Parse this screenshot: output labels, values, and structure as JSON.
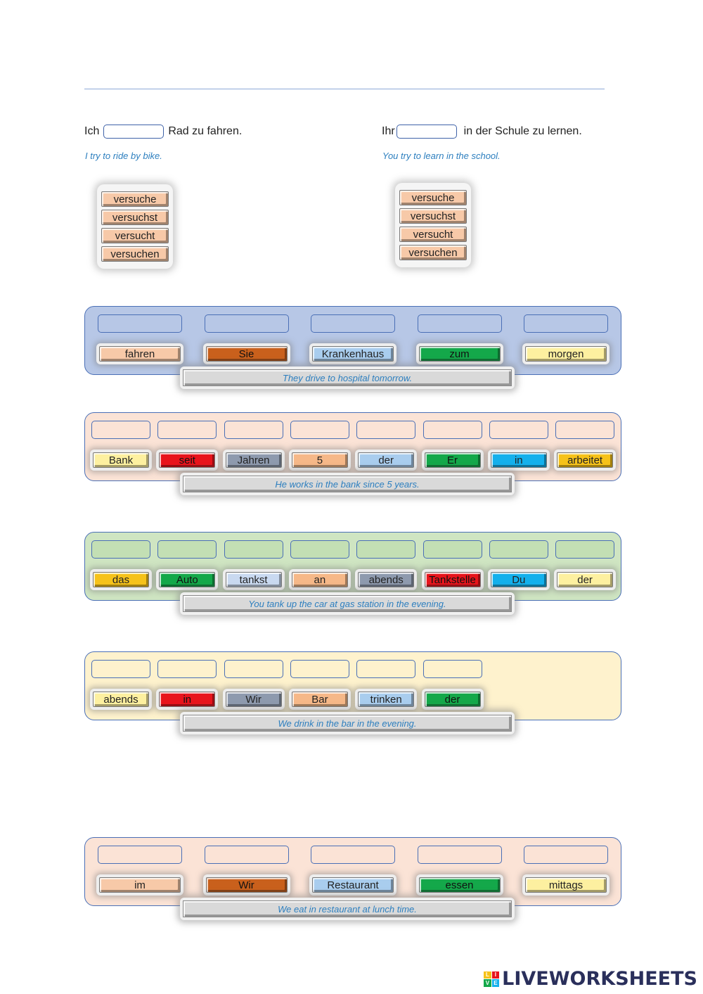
{
  "exercise1": {
    "left": {
      "before": "Ich",
      "after": "Rad zu fahren.",
      "translation": "I try to ride by bike.",
      "options": [
        "versuche",
        "versuchst",
        "versucht",
        "versuchen"
      ]
    },
    "right": {
      "before": "Ihr",
      "after": "in der Schule zu lernen.",
      "translation": "You try to learn in the school.",
      "options": [
        "versuche",
        "versuchst",
        "versucht",
        "versuchen"
      ]
    }
  },
  "panels": [
    {
      "bg": "#b7c7e6",
      "slotBg": "#b7c7e6",
      "words": [
        {
          "text": "fahren",
          "color": "#f7c9a8"
        },
        {
          "text": "Sie",
          "color": "#c9601c"
        },
        {
          "text": "Krankenhaus",
          "color": "#a9cdee"
        },
        {
          "text": "zum",
          "color": "#14a84a"
        },
        {
          "text": "morgen",
          "color": "#fdf0a0"
        }
      ],
      "sentence": "They drive to hospital tomorrow."
    },
    {
      "bg": "#fbe3d6",
      "slotBg": "#fbe3d6",
      "words": [
        {
          "text": "Bank",
          "color": "#fdf0a0"
        },
        {
          "text": "seit",
          "color": "#e8141c"
        },
        {
          "text": "Jahren",
          "color": "#8e9aae"
        },
        {
          "text": "5",
          "color": "#f6b888"
        },
        {
          "text": "der",
          "color": "#a9cdee"
        },
        {
          "text": "Er",
          "color": "#14a84a"
        },
        {
          "text": "in",
          "color": "#14b0ec"
        },
        {
          "text": "arbeitet",
          "color": "#f6c21a"
        }
      ],
      "sentence": "He works in the bank since 5 years."
    },
    {
      "bg": "#cfe5c2",
      "slotBg": "#c3dfb4",
      "words": [
        {
          "text": "das",
          "color": "#f6c21a"
        },
        {
          "text": "Auto",
          "color": "#14a84a"
        },
        {
          "text": "tankst",
          "color": "#c9d9f0"
        },
        {
          "text": "an",
          "color": "#f6b888"
        },
        {
          "text": "abends",
          "color": "#8e9aae"
        },
        {
          "text": "Tankstelle",
          "color": "#e8141c"
        },
        {
          "text": "Du",
          "color": "#14b0ec"
        },
        {
          "text": "der",
          "color": "#fdf0a0"
        }
      ],
      "sentence": "You tank up the car at gas station in the evening."
    },
    {
      "bg": "#fef2cd",
      "slotBg": "#fef2cd",
      "words": [
        {
          "text": "abends",
          "color": "#fdf0a0"
        },
        {
          "text": "in",
          "color": "#e8141c"
        },
        {
          "text": "Wir",
          "color": "#8e9aae"
        },
        {
          "text": "Bar",
          "color": "#f6b888"
        },
        {
          "text": "trinken",
          "color": "#a9cdee"
        },
        {
          "text": "der",
          "color": "#14a84a"
        }
      ],
      "sentence": "We drink in the bar in the evening."
    },
    {
      "bg": "#fbe3d6",
      "slotBg": "#fbe3d6",
      "words": [
        {
          "text": "im",
          "color": "#f7c9a8"
        },
        {
          "text": "Wir",
          "color": "#c9601c"
        },
        {
          "text": "Restaurant",
          "color": "#a9cdee"
        },
        {
          "text": "essen",
          "color": "#14a84a"
        },
        {
          "text": "mittags",
          "color": "#fdf0a0"
        }
      ],
      "sentence": "We eat in restaurant at lunch time."
    }
  ],
  "brand": {
    "text": "LIVEWORKSHEETS",
    "iconLetters": "LIVE",
    "colors": [
      "#f6c21a",
      "#e8141c",
      "#14a84a",
      "#14b0ec"
    ]
  }
}
